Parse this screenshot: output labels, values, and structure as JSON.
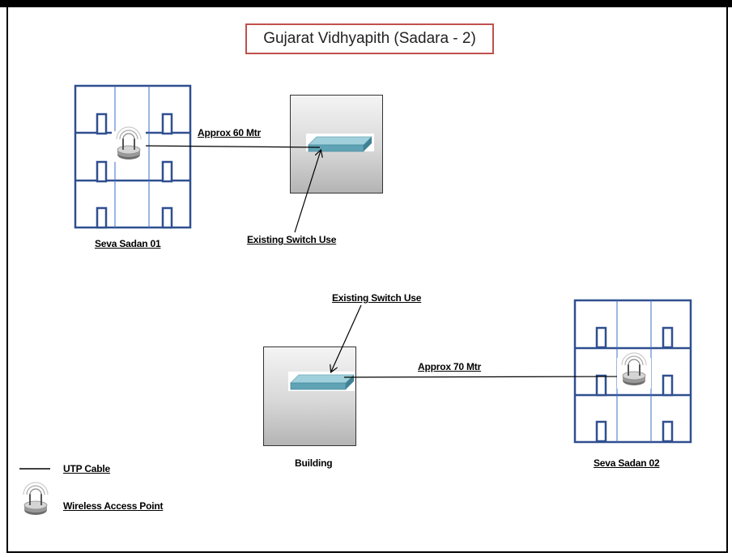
{
  "title": "Gujarat Vidhyapith (Sadara - 2)",
  "top": {
    "cable_label": "Approx 60 Mtr",
    "switch_callout": "Existing Switch Use",
    "site_label": "Seva Sadan 01"
  },
  "bottom": {
    "cable_label": "Approx 70 Mtr",
    "switch_callout": "Existing Switch Use",
    "building_label": "Building",
    "site_label": "Seva Sadan 02"
  },
  "legend": {
    "cable": "UTP Cable",
    "wap": "Wireless Access Point"
  },
  "icons": [
    "building-floorplan-icon",
    "wireless-access-point-icon",
    "network-switch-icon"
  ],
  "colors": {
    "floorplan": "#2f4f8f",
    "floorplan_thin": "#3b6fc4",
    "title_border": "#c0504d",
    "switch": "#5fa3b5"
  }
}
